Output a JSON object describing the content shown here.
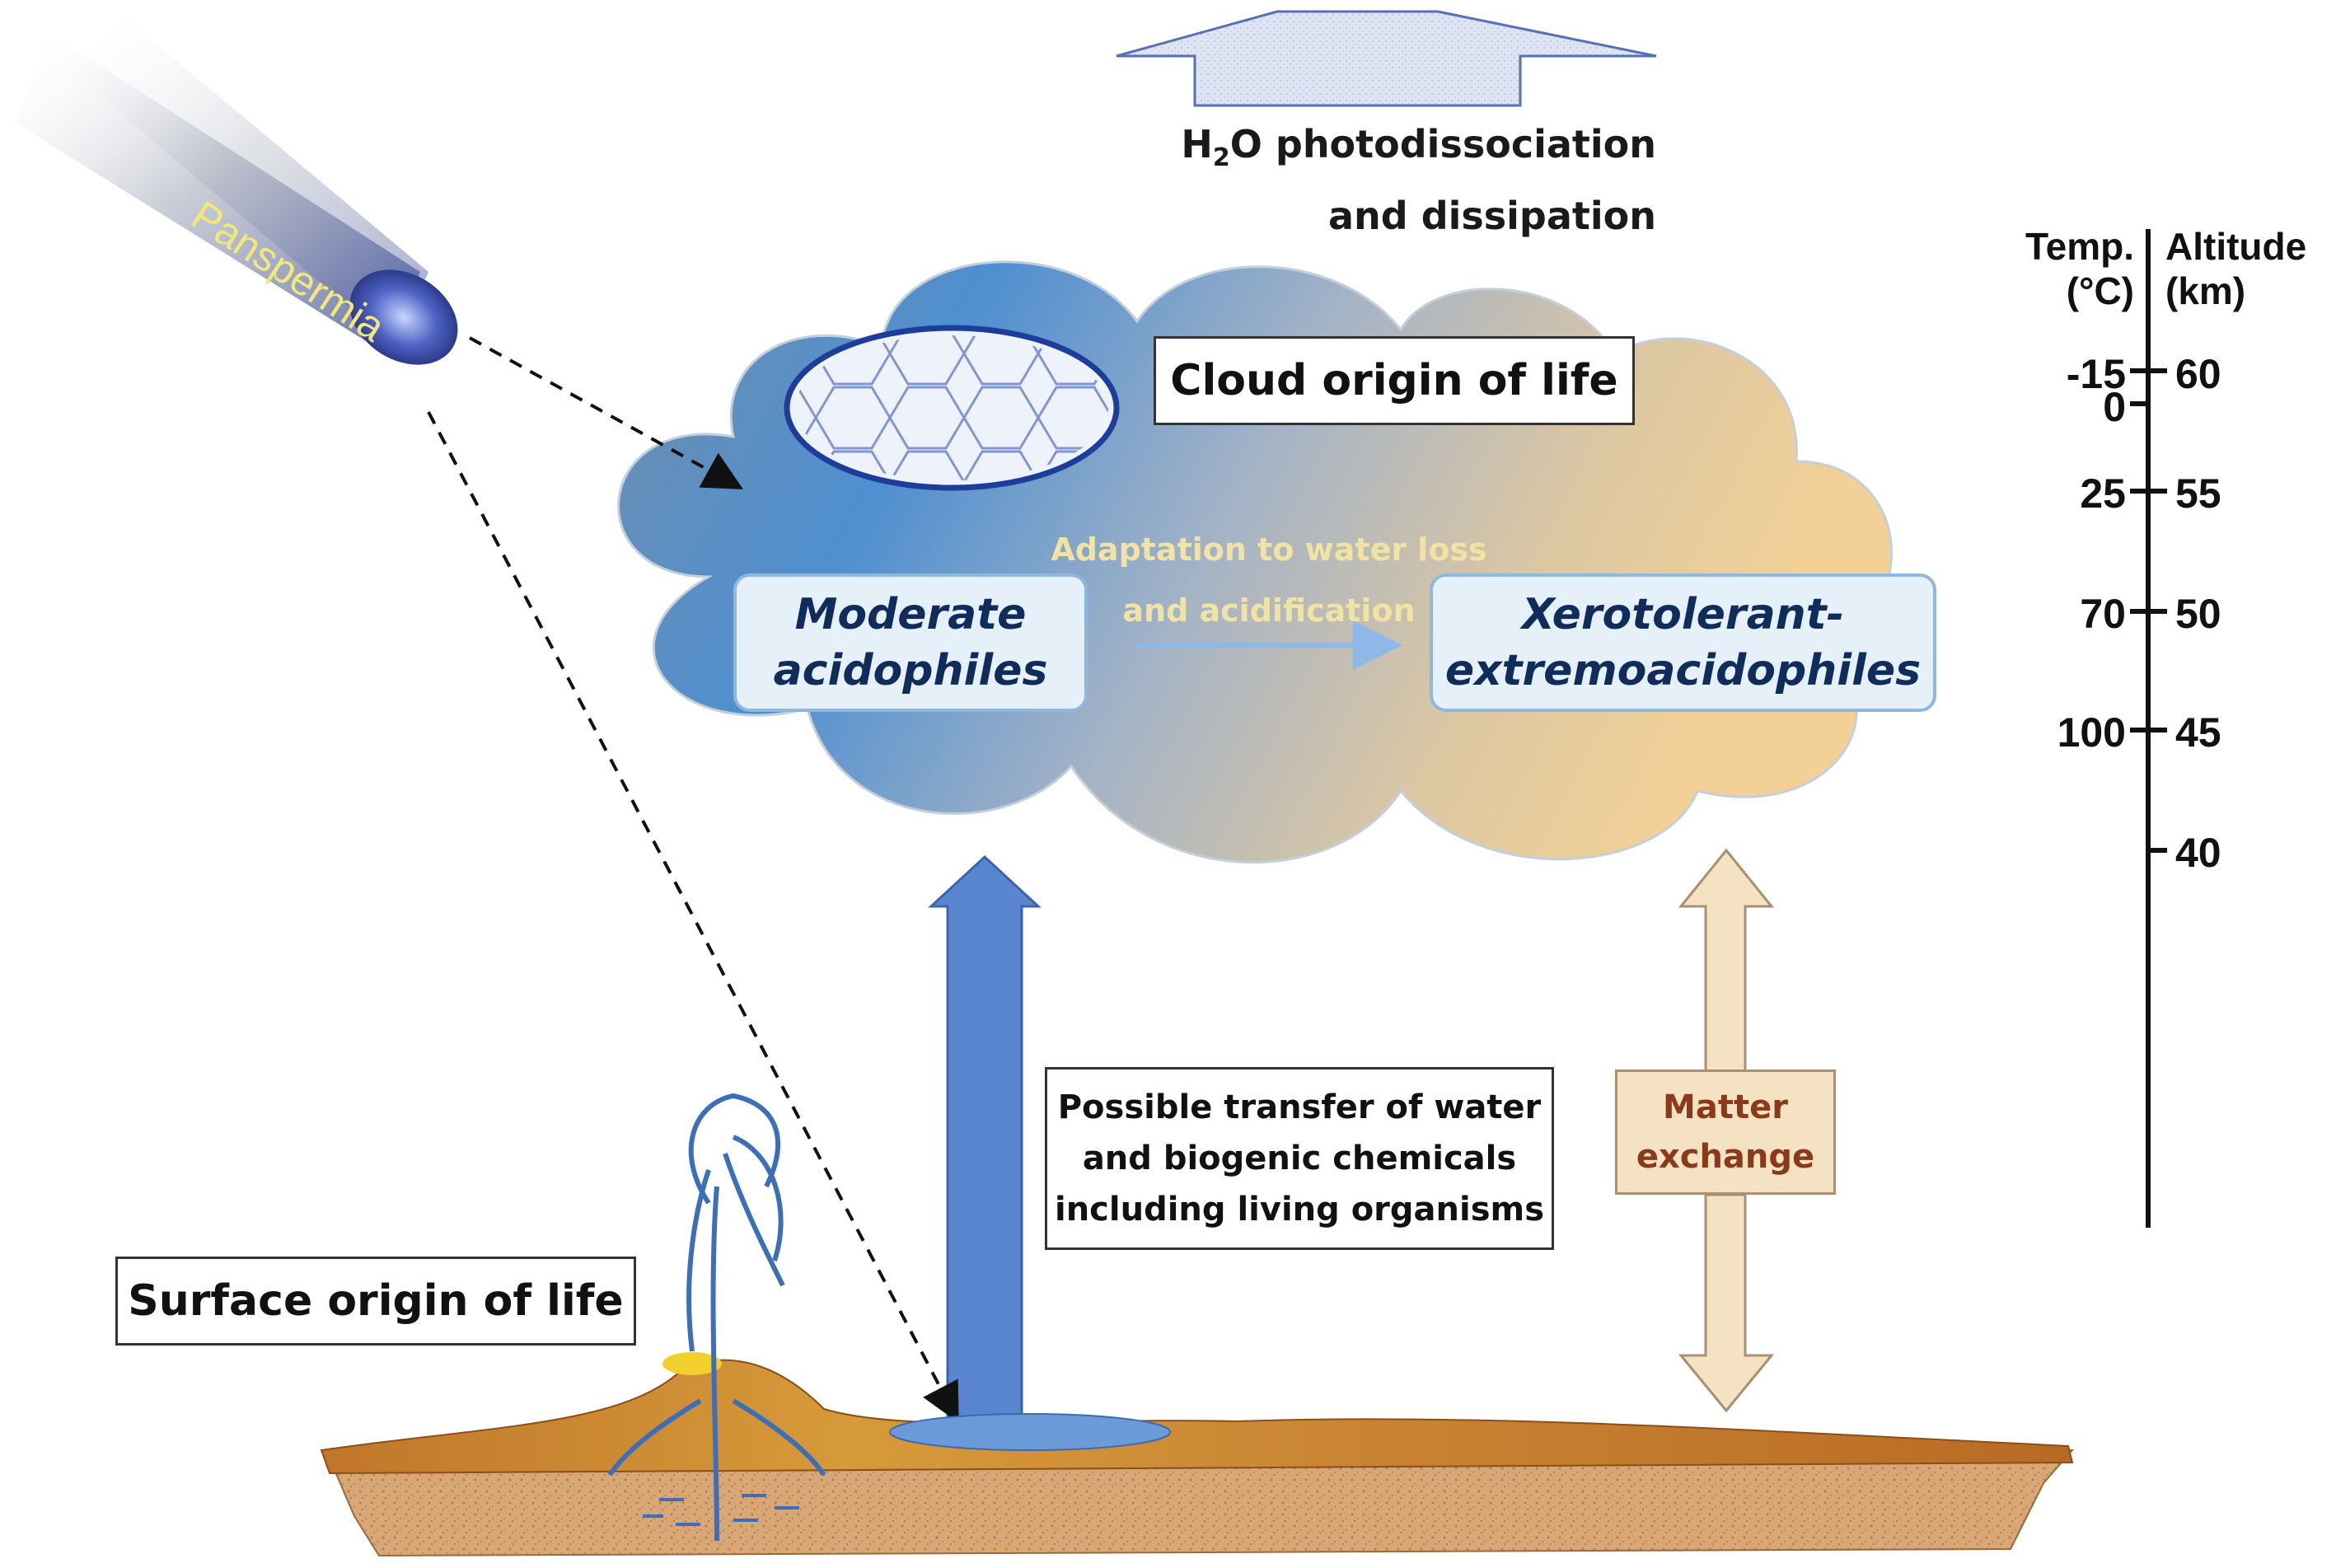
{
  "top_arrow": {
    "label_h": "H",
    "label_sub": "2",
    "label_rest": "O photodissociation",
    "label_line2": "and dissipation"
  },
  "panspermia": {
    "label": "Panspermia"
  },
  "cloud": {
    "title": "Cloud origin of life",
    "adaptation_line1": "Adaptation to water loss",
    "adaptation_line2": "and acidification",
    "moderate_line1": "Moderate",
    "moderate_line2": "acidophiles",
    "xero_line1": "Xerotolerant-",
    "xero_line2": "extremoacidophiles"
  },
  "transfer": {
    "line1": "Possible transfer of water",
    "line2": "and biogenic chemicals",
    "line3": "including living organisms"
  },
  "matter": {
    "line1": "Matter",
    "line2": "exchange"
  },
  "surface": {
    "title": "Surface origin of life"
  },
  "scale": {
    "temp_header1": "Temp.",
    "temp_header2": "(°C)",
    "alt_header1": "Altitude",
    "alt_header2": "(km)",
    "temps": [
      "-15",
      "0",
      "25",
      "70",
      "100"
    ],
    "altitudes": [
      "60",
      "55",
      "50",
      "45",
      "40"
    ]
  },
  "colors": {
    "cloud_blue": "#4f8fd0",
    "cloud_tan": "#f2cc8a",
    "arrow_blue": "#5a86d0",
    "matter_fill": "#f5e2c2",
    "matter_text": "#8a3a1a",
    "panspermia_text": "#f2e87a"
  }
}
